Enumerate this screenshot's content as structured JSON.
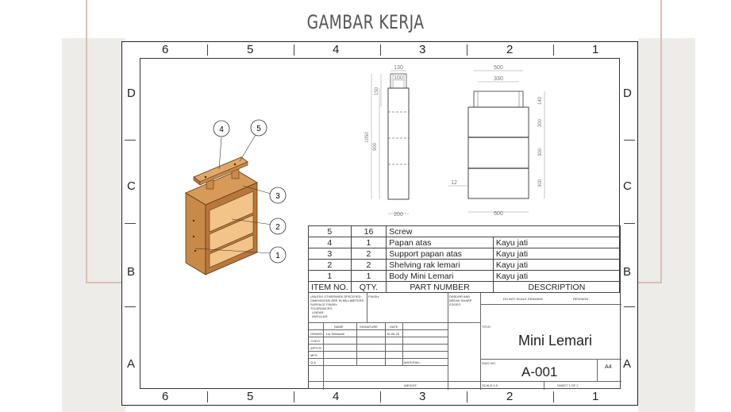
{
  "slide": {
    "title": "GAMBAR KERJA"
  },
  "zones": {
    "columns": [
      "6",
      "5",
      "4",
      "3",
      "2",
      "1"
    ],
    "rows": [
      "D",
      "C",
      "B",
      "A"
    ]
  },
  "balloons": [
    "1",
    "2",
    "3",
    "4",
    "5"
  ],
  "dimensions": {
    "side_top_outer": "130",
    "side_top_inner": "100",
    "side_top_height": "150",
    "side_total_height": "1050",
    "side_body_height": "900",
    "side_depth": "200",
    "front_top_outer": "500",
    "front_top_inner": "330",
    "front_shelf_1": "140",
    "front_shelf_2": "300",
    "front_shelf_3": "300",
    "front_shelf_4": "300",
    "front_thickness": "12",
    "front_width": "600"
  },
  "bom": {
    "headers": {
      "item_no": "ITEM NO.",
      "qty": "QTY.",
      "part_number": "PART NUMBER",
      "description": "DESCRIPTION"
    },
    "rows": [
      {
        "item": "5",
        "qty": "16",
        "part": "Screw",
        "desc": ""
      },
      {
        "item": "4",
        "qty": "1",
        "part": "Papan atas",
        "desc": "Kayu jati"
      },
      {
        "item": "3",
        "qty": "2",
        "part": "Support papan atas",
        "desc": "Kayu jati"
      },
      {
        "item": "2",
        "qty": "2",
        "part": "Shelving rak lemari",
        "desc": "Kayu jati"
      },
      {
        "item": "1",
        "qty": "1",
        "part": "Body Mini Lemari",
        "desc": "Kayu jati"
      }
    ]
  },
  "title_block": {
    "notes": [
      "UNLESS OTHERWISE SPECIFIED:",
      "DIMENSIONS ARE IN MILLIMETERS",
      "SURFACE FINISH:",
      "TOLERANCES:",
      "LINEAR:",
      "ANGULAR:"
    ],
    "finish": "FINISH:",
    "deburr": [
      "DEBURR AND",
      "BREAK SHARP",
      "EDGES"
    ],
    "do_not_scale": "DO NOT SCALE DRAWING",
    "revision": "REVISION",
    "col_name": "NAME",
    "col_signature": "SIGNATURE",
    "col_date": "DATE",
    "roles": [
      "DRAWN",
      "CHK'D",
      "APPV'D",
      "MFG",
      "Q.A"
    ],
    "drawn_name": "Lia Setiawati",
    "drawn_date": "15-05-23",
    "title_label": "TITLE:",
    "title": "Mini Lemari",
    "material": "MATERIAL:",
    "dwg_no_label": "DWG NO.",
    "dwg_no": "A-001",
    "size": "A4",
    "weight": "WEIGHT:",
    "scale": "SCALE:1:5",
    "sheet": "SHEET 1 OF 2"
  }
}
